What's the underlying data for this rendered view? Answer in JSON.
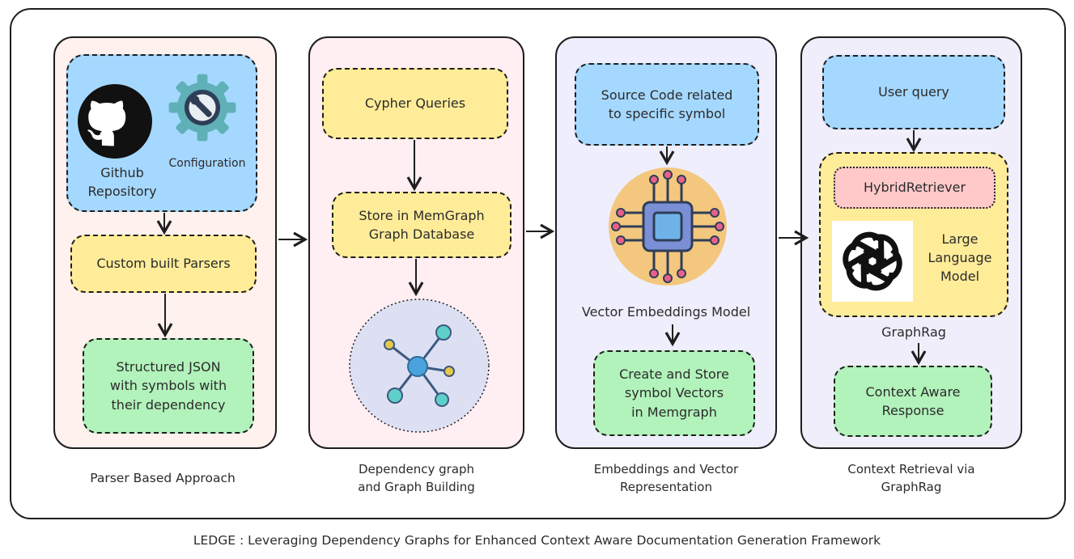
{
  "stages": [
    {
      "title": "Parser Based Approach",
      "icons": {
        "github": "github-octocat-icon",
        "config": "gear-wrench-icon"
      },
      "repo_label": "Github\nRepository",
      "config_label": "Configuration",
      "parsers": "Custom built Parsers",
      "output": "Structured JSON\nwith symbols with\ntheir dependency"
    },
    {
      "title": "Dependency graph\nand Graph Building",
      "queries": "Cypher Queries",
      "store": "Store in MemGraph\nGraph Database",
      "icon": "network-graph-icon"
    },
    {
      "title": "Embeddings and Vector\nRepresentation",
      "source": "Source Code related\nto specific symbol",
      "icon": "chip-processor-icon",
      "model": "Vector Embeddings Model",
      "vectors": "Create and Store\nsymbol Vectors\nin Memgraph"
    },
    {
      "title": "Context Retrieval via\nGraphRag",
      "query": "User query",
      "retriever": "HybridRetriever",
      "llm_icon": "openai-logo-icon",
      "llm": "Large\nLanguage\nModel",
      "graphrag": "GraphRag",
      "response": "Context Aware\nResponse"
    }
  ],
  "caption": "LEDGE : Leveraging Dependency Graphs for Enhanced Context Aware Documentation Generation Framework",
  "colors": {
    "blue_box": "#a5d8ff",
    "yellow_box": "#ffec99",
    "green_box": "#b2f2bb",
    "red_box": "#ffc9c9",
    "panel_parser": "#fff1ee",
    "panel_graph": "#ffeef2",
    "panel_embed": "#efeefc",
    "panel_retrieval": "#f1eefc",
    "outline": "#1e1e1e"
  }
}
